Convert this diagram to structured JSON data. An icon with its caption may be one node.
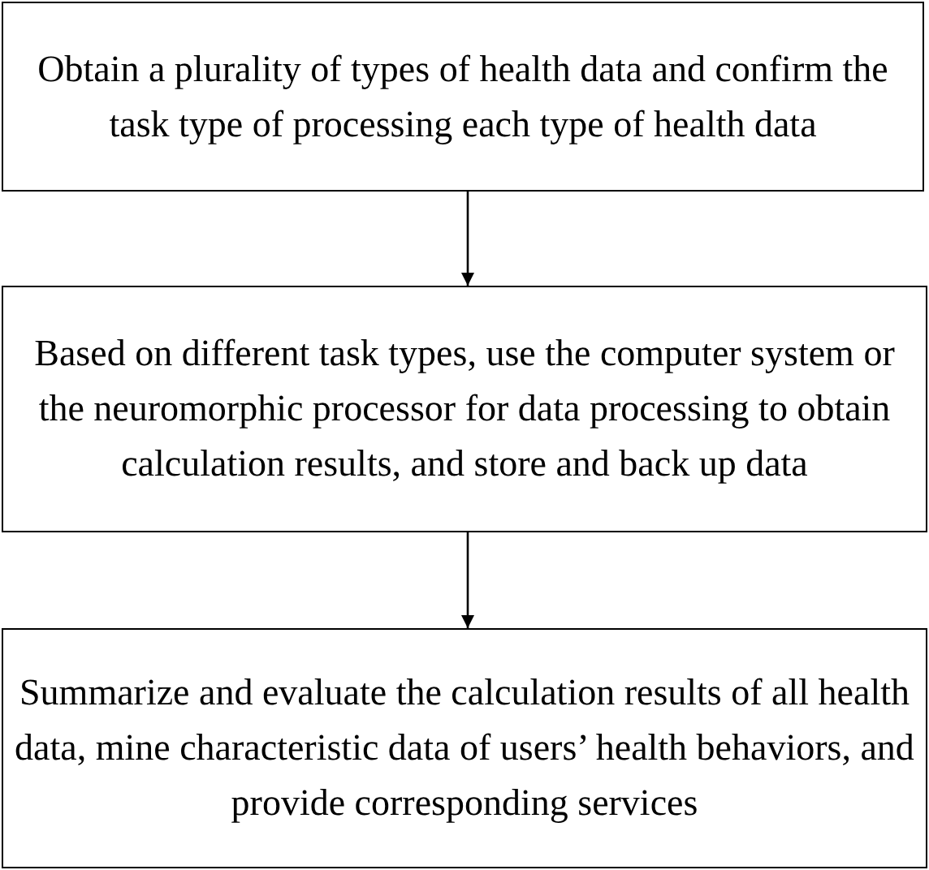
{
  "diagram": {
    "nodes": [
      {
        "text": [
          "Obtain a plurality of types of health data and confirm the task type of processing each type of health data"
        ]
      },
      {
        "text": [
          "Based on different task types, use the computer system or the neuromorphic processor for data processing to obtain calculation results, and store and back up data"
        ]
      },
      {
        "text": [
          "Summarize and evaluate the calculation results of all health data, mine characteristic data of users’ health behaviors, and provide corresponding services"
        ]
      }
    ],
    "edges": [
      {
        "from": 0,
        "to": 1,
        "arrow": "to"
      },
      {
        "from": 1,
        "to": 2,
        "arrow": "to"
      }
    ]
  }
}
